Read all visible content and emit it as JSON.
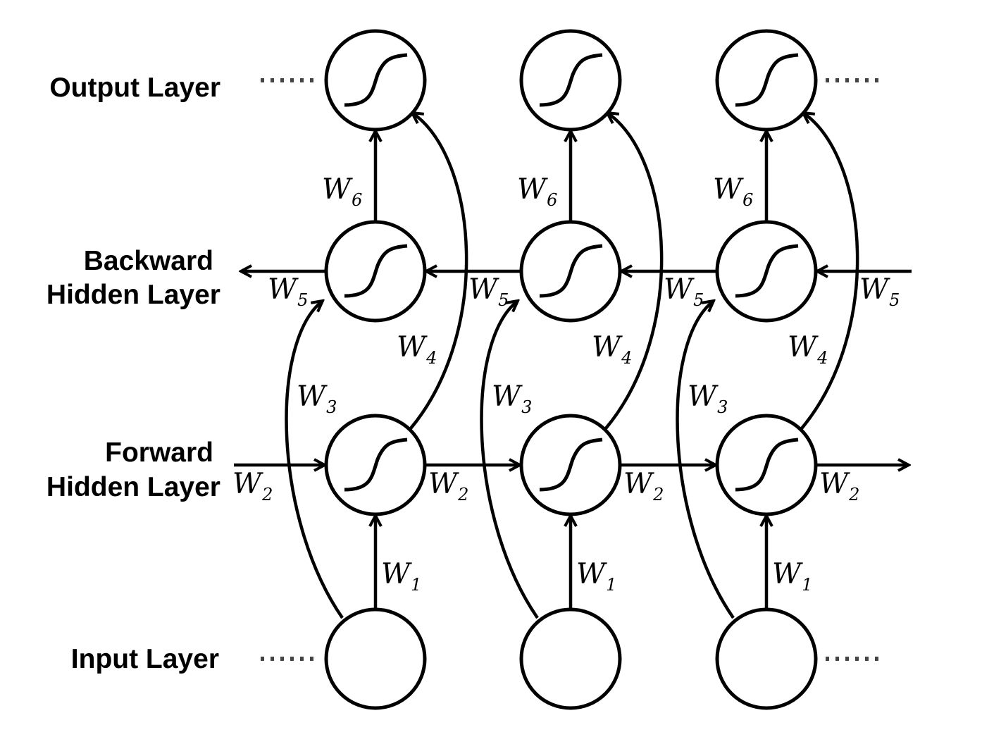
{
  "layers": {
    "output": {
      "label_lines": [
        "Output Layer"
      ]
    },
    "backward": {
      "label_lines": [
        "Backward",
        "Hidden Layer"
      ]
    },
    "forward": {
      "label_lines": [
        "Forward",
        "Hidden Layer"
      ]
    },
    "input": {
      "label_lines": [
        "Input Layer"
      ]
    }
  },
  "weights": {
    "W1": {
      "base": "W",
      "sub": "1"
    },
    "W2": {
      "base": "W",
      "sub": "2"
    },
    "W3": {
      "base": "W",
      "sub": "3"
    },
    "W4": {
      "base": "W",
      "sub": "4"
    },
    "W5": {
      "base": "W",
      "sub": "5"
    },
    "W6": {
      "base": "W",
      "sub": "6"
    }
  },
  "timesteps": 3,
  "node_types": {
    "output": "sigmoid",
    "backward": "sigmoid",
    "forward": "sigmoid",
    "input": "plain"
  },
  "continuation": {
    "input_left": true,
    "input_right": true,
    "output_left": true,
    "output_right": true
  },
  "colors": {
    "stroke": "#000000",
    "dots": "#444444",
    "background": "#ffffff"
  }
}
